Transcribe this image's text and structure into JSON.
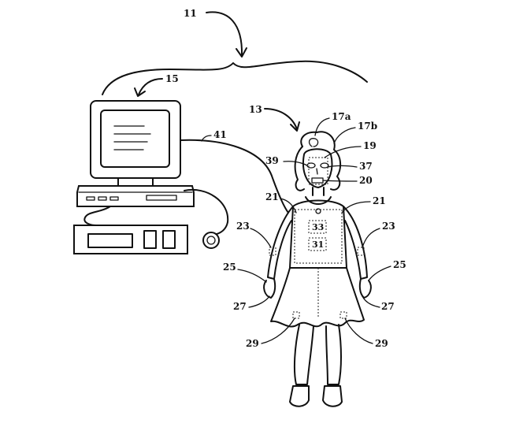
{
  "labels": {
    "system": "11",
    "computer": "15",
    "doll": "13",
    "cable": "41",
    "hair_a": "17a",
    "hair_b": "17b",
    "face": "19",
    "mouth": "20",
    "eye_left": "39",
    "eye_right": "37",
    "shoulder_left": "21",
    "shoulder_right": "21",
    "elbow_left": "23",
    "elbow_right": "23",
    "wrist_left": "25",
    "wrist_right": "25",
    "hand_left": "27",
    "hand_right": "27",
    "knee_left": "29",
    "knee_right": "29",
    "chest_box": "33",
    "belly_box": "31"
  }
}
